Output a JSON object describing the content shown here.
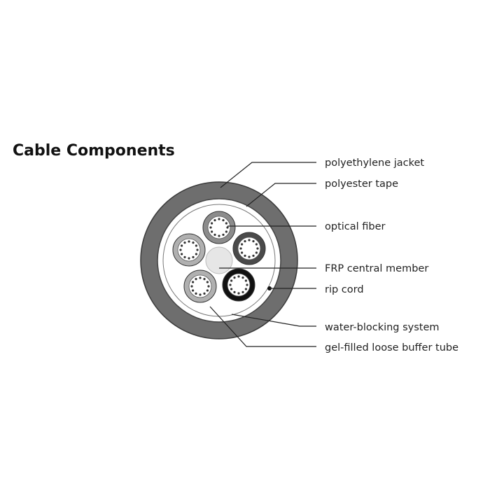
{
  "title": "Cable Components",
  "labels": {
    "jacket": "polyethylene jacket",
    "tape": "polyester tape",
    "fiber": "optical fiber",
    "frp": "FRP central member",
    "rip": "rip cord",
    "water": "water-blocking system",
    "tube": "gel-filled loose buffer tube"
  },
  "colors": {
    "jacket": "#6e6e6e",
    "jacket_inner_band": "#8a8a8a",
    "tube_grey": "#8c8c8c",
    "tube_dark": "#4a4a4a",
    "tube_black": "#111111",
    "tube_light": "#b0b0b0",
    "frp": "#e6e6e6",
    "leader": "#222222"
  },
  "tubes": [
    {
      "id": "top",
      "color": "grey"
    },
    {
      "id": "left",
      "color": "light"
    },
    {
      "id": "right",
      "color": "dark"
    },
    {
      "id": "bottom-left",
      "color": "light"
    },
    {
      "id": "bottom-right",
      "color": "black"
    }
  ]
}
